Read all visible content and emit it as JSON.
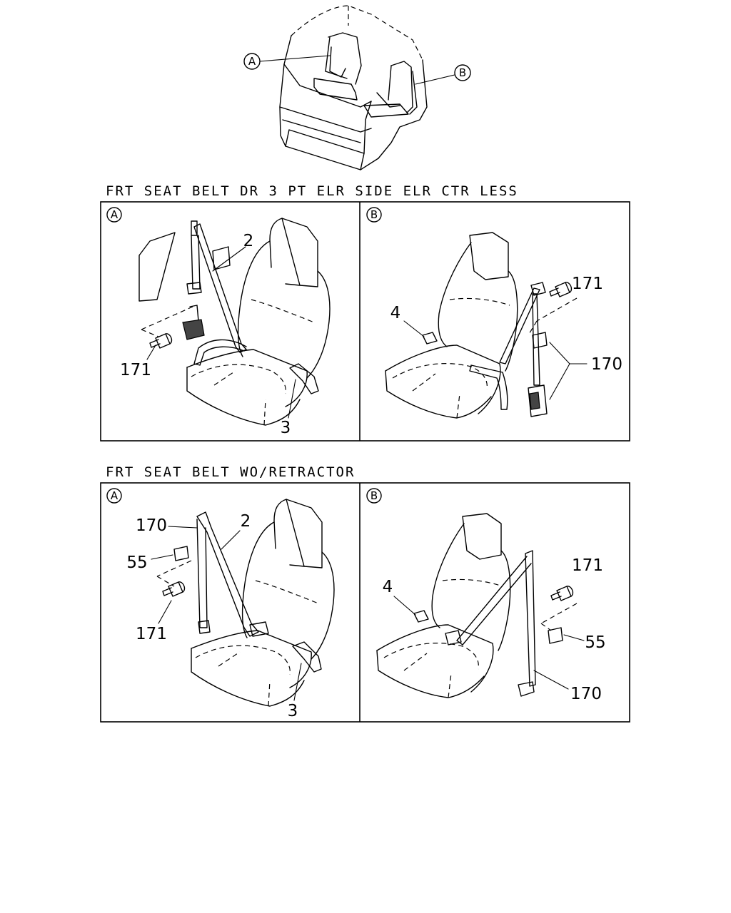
{
  "overview": {
    "callout_a": "A",
    "callout_b": "B"
  },
  "section1": {
    "heading": "FRT SEAT BELT DR 3 PT ELR SIDE ELR CTR LESS",
    "panel_a": {
      "tag": "A",
      "labels": {
        "p2": "2",
        "p171": "171",
        "p3": "3"
      }
    },
    "panel_b": {
      "tag": "B",
      "labels": {
        "p171": "171",
        "p4": "4",
        "p170": "170"
      }
    }
  },
  "section2": {
    "heading": "FRT SEAT BELT WO/RETRACTOR",
    "panel_a": {
      "tag": "A",
      "labels": {
        "p170": "170",
        "p2": "2",
        "p55": "55",
        "p171": "171",
        "p3": "3"
      }
    },
    "panel_b": {
      "tag": "B",
      "labels": {
        "p4": "4",
        "p171": "171",
        "p55": "55",
        "p170": "170"
      }
    }
  }
}
